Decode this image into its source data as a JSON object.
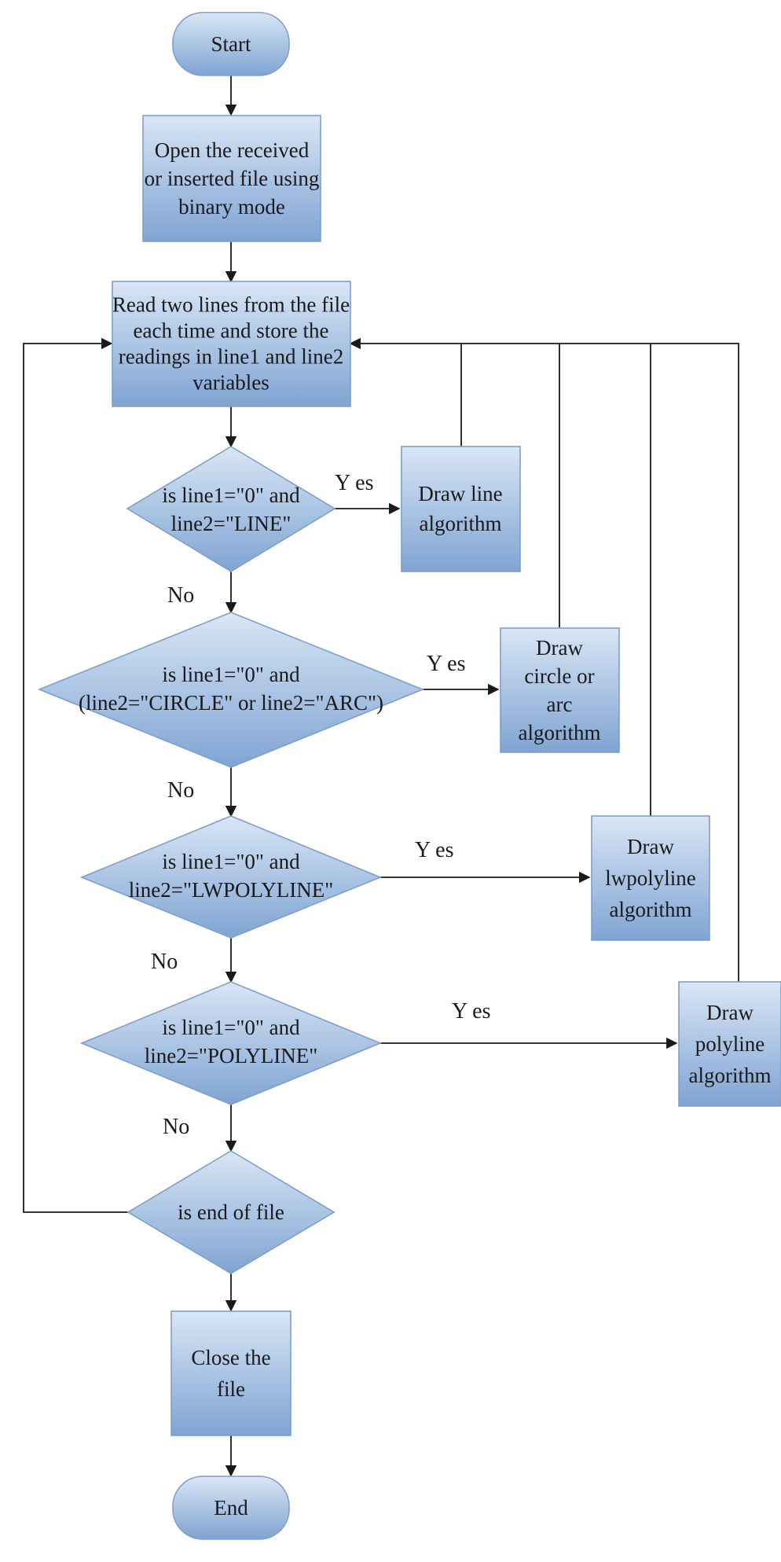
{
  "flowchart": {
    "start": {
      "lines": [
        "Start"
      ]
    },
    "open_file": {
      "lines": [
        "Open the received",
        "or inserted file using",
        "binary mode"
      ]
    },
    "read_lines": {
      "lines": [
        "Read two lines from the file",
        "each time and store the",
        "readings in line1 and line2",
        "variables"
      ]
    },
    "check_line": {
      "lines": [
        "is line1=\"0\" and",
        "line2=\"LINE\""
      ]
    },
    "draw_line": {
      "lines": [
        "Draw line",
        "algorithm"
      ]
    },
    "check_circle": {
      "lines": [
        "is line1=\"0\" and",
        "(line2=\"CIRCLE\" or line2=\"ARC\")"
      ]
    },
    "draw_circle": {
      "lines": [
        "Draw",
        "circle or",
        "arc",
        "algorithm"
      ]
    },
    "check_lwpolyline": {
      "lines": [
        "is line1=\"0\" and",
        "line2=\"LWPOLYLINE\""
      ]
    },
    "draw_lwpolyline": {
      "lines": [
        "Draw",
        "lwpolyline",
        "algorithm"
      ]
    },
    "check_polyline": {
      "lines": [
        "is line1=\"0\" and",
        "line2=\"POLYLINE\""
      ]
    },
    "draw_polyline": {
      "lines": [
        "Draw",
        "polyline",
        "algorithm"
      ]
    },
    "check_eof": {
      "lines": [
        "is end of file"
      ]
    },
    "close_file": {
      "lines": [
        "Close the",
        "file"
      ]
    },
    "end": {
      "lines": [
        "End"
      ]
    }
  },
  "edge_labels": {
    "yes": "Y es",
    "no": "No"
  },
  "colors": {
    "shape_fill_top": "#d9e6f5",
    "shape_fill_bottom": "#7fa4d3",
    "shape_stroke": "#7f9ec9",
    "edge": "#1a1a1a"
  }
}
